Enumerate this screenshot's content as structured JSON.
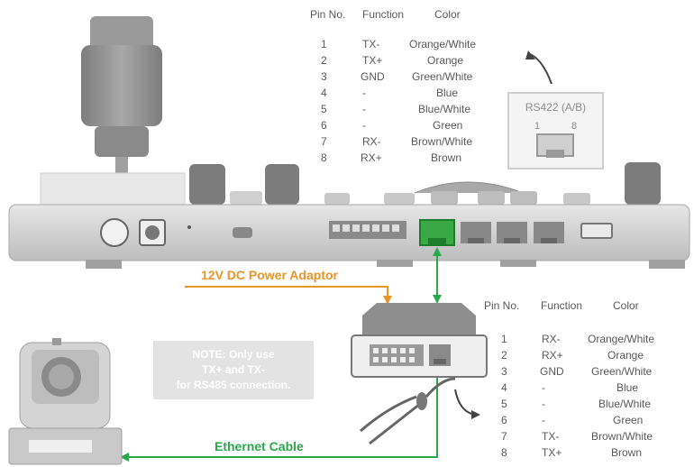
{
  "rs422_table": {
    "headers": [
      "Pin No.",
      "Function",
      "Color"
    ],
    "rows": [
      [
        "1",
        "TX-",
        "Orange/White"
      ],
      [
        "2",
        "TX+",
        "Orange"
      ],
      [
        "3",
        "GND",
        "Green/White"
      ],
      [
        "4",
        "-",
        "Blue"
      ],
      [
        "5",
        "-",
        "Blue/White"
      ],
      [
        "6",
        "-",
        "Green"
      ],
      [
        "7",
        "RX-",
        "Brown/White"
      ],
      [
        "8",
        "RX+",
        "Brown"
      ]
    ]
  },
  "rs422_connector": {
    "title": "RS422 (A/B)",
    "pin_first": "1",
    "pin_last": "8"
  },
  "adapter_table": {
    "headers": [
      "Pin No.",
      "Function",
      "Color"
    ],
    "rows": [
      [
        "1",
        "RX-",
        "Orange/White"
      ],
      [
        "2",
        "RX+",
        "Orange"
      ],
      [
        "3",
        "GND",
        "Green/White"
      ],
      [
        "4",
        "-",
        "Blue"
      ],
      [
        "5",
        "-",
        "Blue/White"
      ],
      [
        "6",
        "-",
        "Green"
      ],
      [
        "7",
        "TX-",
        "Brown/White"
      ],
      [
        "8",
        "TX+",
        "Brown"
      ]
    ]
  },
  "labels": {
    "power": "12V DC Power Adaptor",
    "ethernet": "Ethernet Cable"
  },
  "note": {
    "line1": "NOTE: Only use",
    "line2": "TX+ and TX-",
    "line3": "for RS485 connection."
  },
  "colors": {
    "power_wire": "#e8952a",
    "ethernet_wire": "#2aa84a",
    "device_body": "#d6d6d6",
    "device_dark": "#9a9a9a"
  }
}
